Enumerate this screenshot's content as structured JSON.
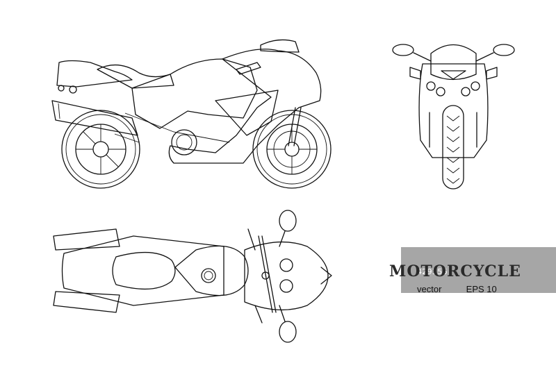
{
  "title": "MOTORCYCLE",
  "subtitle_left": "vector",
  "subtitle_right": "EPS 10",
  "watermark": "429356",
  "colors": {
    "line": "#111111",
    "background": "#ffffff",
    "watermark_band": "#9c9c9c"
  }
}
